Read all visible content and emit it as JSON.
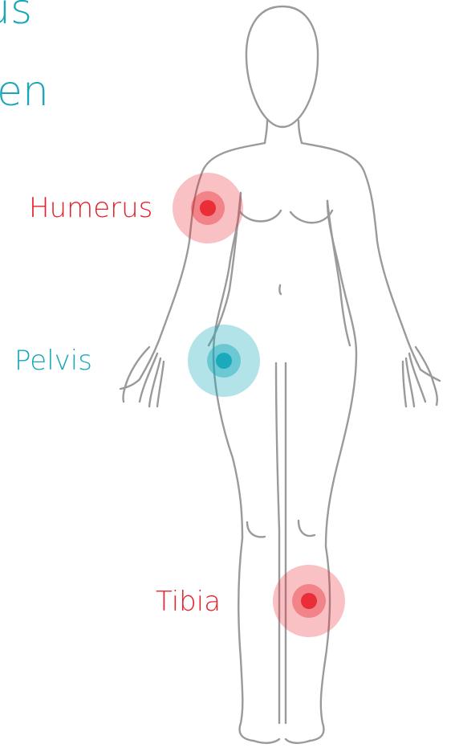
{
  "heading": {
    "line1": "us",
    "line2": "en",
    "color": "#1aa7b8"
  },
  "colors": {
    "red": "#e8202a",
    "teal": "#16a9bb",
    "outline": "#9a9a9a"
  },
  "markers": [
    {
      "name": "humerus",
      "label": "Humerus",
      "tone": "red"
    },
    {
      "name": "pelvis",
      "label": "Pelvis",
      "tone": "teal"
    },
    {
      "name": "tibia",
      "label": "Tibia",
      "tone": "red"
    }
  ]
}
